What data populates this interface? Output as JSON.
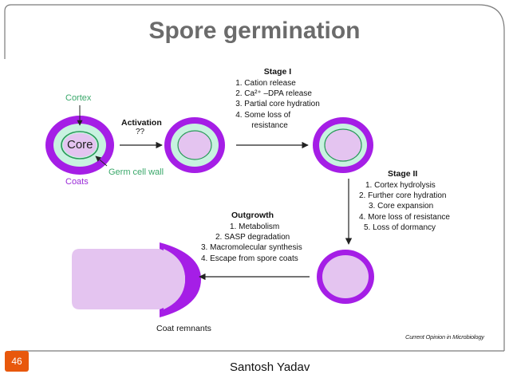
{
  "slide": {
    "title": "Spore germination",
    "page_number": "46",
    "author": "Santosh Yadav"
  },
  "diagram": {
    "labels": {
      "cortex": "Cortex",
      "core": "Core",
      "coats": "Coats",
      "germ_cell_wall": "Germ cell wall",
      "coat_remnants": "Coat remnants"
    },
    "activation": {
      "title": "Activation",
      "note": "??"
    },
    "stage1": {
      "title": "Stage I",
      "items": [
        "1. Cation release",
        "2. Ca²⁺ –DPA release",
        "3. Partial core hydration",
        "4. Some loss of",
        "resistance"
      ]
    },
    "stage2": {
      "title": "Stage II",
      "items": [
        "1. Cortex hydrolysis",
        "2. Further core hydration",
        "3. Core expansion",
        "4. More loss of resistance",
        "5. Loss of dormancy"
      ]
    },
    "outgrowth": {
      "title": "Outgrowth",
      "items": [
        "1. Metabolism",
        "2. SASP degradation",
        "3. Macromolecular synthesis",
        "4. Escape from spore coats"
      ]
    },
    "credit": "Current Opinion in Microbiology"
  },
  "colors": {
    "coat": "#a51ee6",
    "cortex": "#c8f2e0",
    "core": "#e4c4f0",
    "germ_wall": "#2a9a5a",
    "cortex_label": "#3aa86a",
    "coats_label": "#9a2ad8",
    "title": "#6b6b6b",
    "badge": "#e8580c",
    "frame": "#7a7a7a"
  }
}
